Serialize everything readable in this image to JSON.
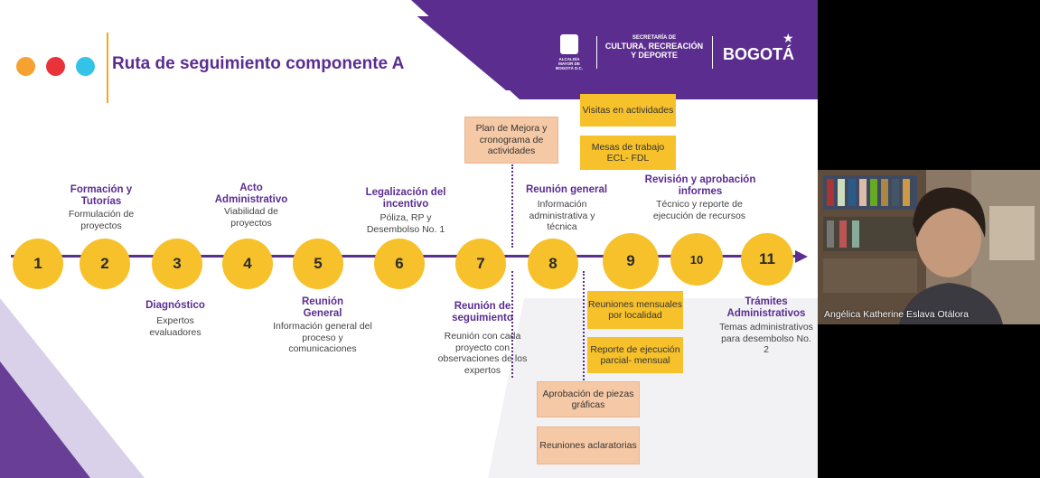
{
  "header": {
    "title": "Ruta de seguimiento componente A",
    "logo_alcaldia": "ALCALDÍA MAYOR DE BOGOTÁ D.C.",
    "logo_secretaria_top": "SECRETARÍA DE",
    "logo_secretaria_mid": "CULTURA, RECREACIÓN",
    "logo_secretaria_bot": "Y DEPORTE",
    "logo_bogota": "BOGOTÁ"
  },
  "colors": {
    "purple": "#5b2d8e",
    "yellow": "#f6c12b",
    "peach": "#f6c9a6",
    "dot_orange": "#f7a230",
    "dot_red": "#e8333a",
    "dot_cyan": "#33c3e6"
  },
  "steps": [
    {
      "num": "1"
    },
    {
      "num": "2",
      "title": "Formación y Tutorías",
      "desc": "Formulación de proyectos"
    },
    {
      "num": "3",
      "title": "Diagnóstico",
      "desc": "Expertos evaluadores"
    },
    {
      "num": "4",
      "title": "Acto Administrativo",
      "desc": "Viabilidad de proyectos"
    },
    {
      "num": "5",
      "title": "Reunión General",
      "desc": "Información general del proceso y comunicaciones"
    },
    {
      "num": "6",
      "title": "Legalización del incentivo",
      "desc": "Póliza, RP y Desembolso No. 1"
    },
    {
      "num": "7",
      "title": "Reunión de seguimiento",
      "desc": "Reunión con cada proyecto con observaciones de los expertos"
    },
    {
      "num": "8",
      "title": "Reunión general",
      "desc": "Información administrativa y técnica"
    },
    {
      "num": "9"
    },
    {
      "num": "10",
      "title": "Revisión y aprobación informes",
      "desc": "Técnico y reporte de ejecución de recursos"
    },
    {
      "num": "11",
      "title": "Trámites Administrativos",
      "desc": "Temas administrativos para desembolso No. 2"
    }
  ],
  "boxes": {
    "plan_mejora": "Plan de Mejora y cronograma de actividades",
    "visitas": "Visitas en actividades",
    "mesas": "Mesas de trabajo ECL- FDL",
    "reuniones_mensuales": "Reuniones mensuales por localidad",
    "reporte": "Reporte de ejecución parcial- mensual",
    "aprobacion": "Aprobación de piezas gráficas",
    "aclaratorias": "Reuniones aclaratorias"
  },
  "participant": {
    "name": "Angélica Katherine Eslava Otálora"
  }
}
